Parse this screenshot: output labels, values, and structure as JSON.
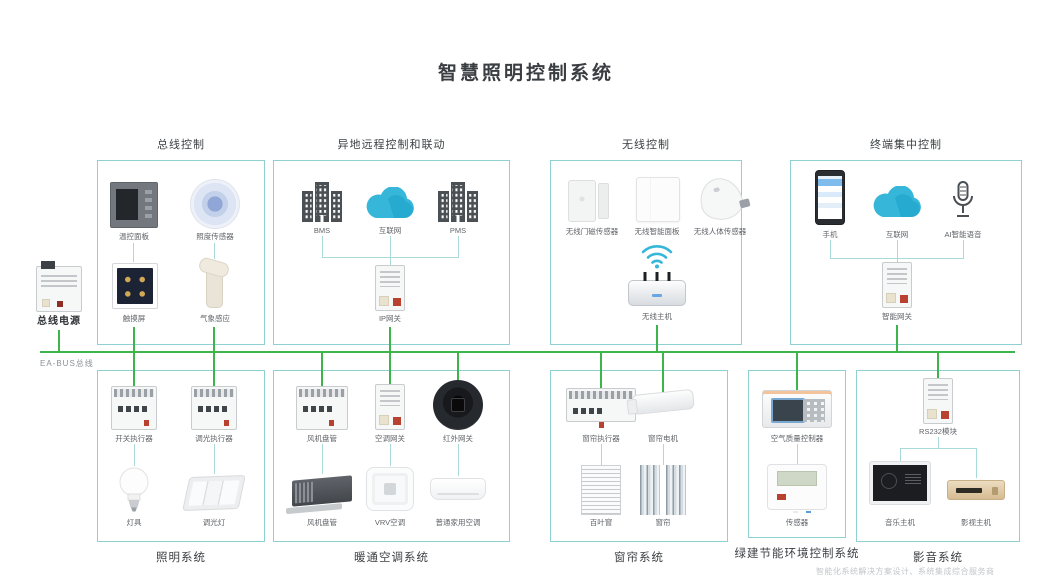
{
  "title": "智慧照明控制系统",
  "bus": {
    "line_label": "EA-BUS总线",
    "power_label": "总线电源"
  },
  "watermark": "智能化系统解决方案设计、系统集成综合服务商",
  "colors": {
    "accent_teal": "#8ed1d0",
    "bus_green": "#3db54b",
    "cloud_teal": "#36b7d9"
  },
  "boxes": {
    "bus_control": {
      "label": "总线控制",
      "items": {
        "thermostat": "温控面板",
        "illuminance": "照度传感器",
        "touchscreen": "触摸屏",
        "weather": "气象感应"
      }
    },
    "remote": {
      "label": "异地远程控制和联动",
      "items": {
        "bms": "BMS",
        "internet": "互联网",
        "pms": "PMS",
        "ip_gateway": "IP网关"
      }
    },
    "wireless": {
      "label": "无线控制",
      "items": {
        "door_sensor": "无线门磁传感器",
        "smart_panel": "无线智能面板",
        "human_sensor": "无线人体传感器",
        "host": "无线主机"
      }
    },
    "terminal": {
      "label": "终端集中控制",
      "items": {
        "phone": "手机",
        "internet": "互联网",
        "ai_voice": "AI智能语音",
        "gateway": "智能网关"
      }
    },
    "lighting": {
      "label": "照明系统",
      "items": {
        "switch_actuator": "开关执行器",
        "dim_actuator": "调光执行器",
        "lamp": "灯具",
        "dim_lamp": "调光灯"
      }
    },
    "hvac": {
      "label": "暖通空调系统",
      "items": {
        "fan_coil_ctrl": "风机盘管",
        "ac_gateway": "空调网关",
        "ir_gateway": "红外网关",
        "fan_coil": "风机盘管",
        "vrv": "VRV空调",
        "home_ac": "普通家用空调"
      }
    },
    "curtain": {
      "label": "窗帘系统",
      "items": {
        "curtain_actuator": "窗帘执行器",
        "curtain_motor": "窗帘电机",
        "blinds": "百叶窗",
        "curtain": "窗帘"
      }
    },
    "green": {
      "label": "绿建节能环境控制系统",
      "items": {
        "aq_controller": "空气质量控制器",
        "sensor": "传感器"
      }
    },
    "av": {
      "label": "影音系统",
      "items": {
        "rs232": "RS232模块",
        "music_host": "音乐主机",
        "video_host": "影视主机"
      }
    }
  }
}
